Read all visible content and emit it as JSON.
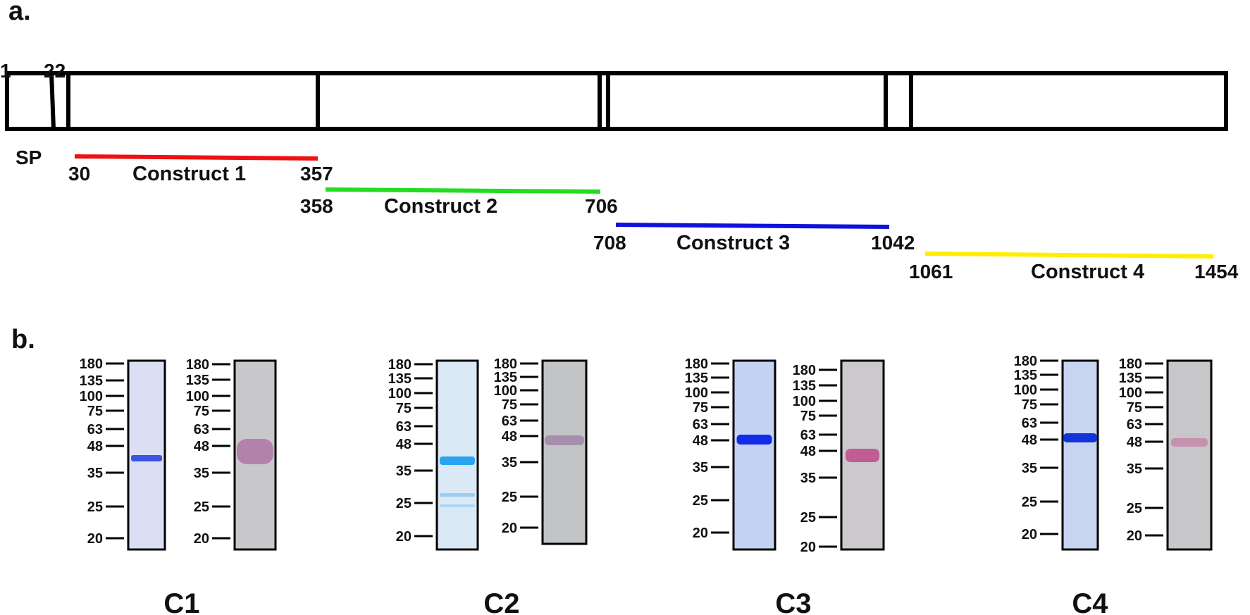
{
  "panel_a": {
    "label": "a.",
    "domain_start": "1",
    "sp_end": "22",
    "sp_label": "SP",
    "constructs": [
      {
        "name": "Construct 1",
        "start": "30",
        "end": "357",
        "color": "#ee1111"
      },
      {
        "name": "Construct 2",
        "start": "358",
        "end": "706",
        "color": "#22dd22"
      },
      {
        "name": "Construct 3",
        "start": "708",
        "end": "1042",
        "color": "#1111dd"
      },
      {
        "name": "Construct 4",
        "start": "1061",
        "end": "1454",
        "color": "#ffee00"
      }
    ]
  },
  "panel_b": {
    "label": "b.",
    "markers": [
      "180",
      "135",
      "100",
      "75",
      "63",
      "48",
      "35",
      "25",
      "20"
    ],
    "gels": [
      {
        "title": "C1",
        "stain_color": "#2f4de0",
        "blot_color": "#b07aa8"
      },
      {
        "title": "C2",
        "stain_color": "#1fa0f0",
        "blot_color": "#a28aa8"
      },
      {
        "title": "C3",
        "stain_color": "#0a22e8",
        "blot_color": "#c0508f"
      },
      {
        "title": "C4",
        "stain_color": "#0a2ad8",
        "blot_color": "#c58aac"
      }
    ]
  }
}
